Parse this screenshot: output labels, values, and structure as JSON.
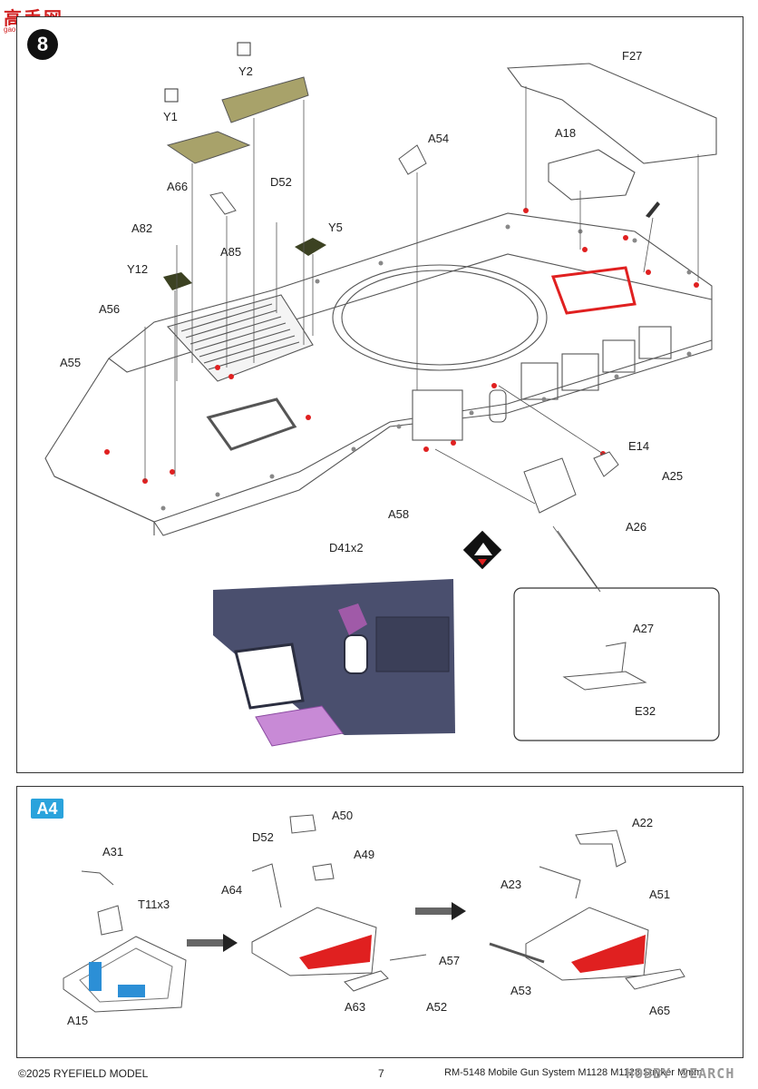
{
  "logo": {
    "text": "高手网",
    "url_text": "gao-shou.com"
  },
  "step": {
    "number": "8"
  },
  "main_labels": [
    "F27",
    "A18",
    "Y2",
    "Y1",
    "A54",
    "A66",
    "D52",
    "A82",
    "Y5",
    "A85",
    "Y12",
    "A56",
    "A55",
    "E14",
    "A25",
    "A58",
    "A26",
    "D41x2"
  ],
  "inset": {
    "labels": [
      "A27",
      "E32"
    ]
  },
  "subassembly": {
    "badge": "A4",
    "labels": [
      "A31",
      "T11x3",
      "A15",
      "A50",
      "D52",
      "A49",
      "A64",
      "A57",
      "A63",
      "A52",
      "A22",
      "A23",
      "A51",
      "A53",
      "A65"
    ]
  },
  "footer": {
    "copyright": "©2025 RYEFIELD MODEL",
    "page": "7",
    "product": "RM-5148 Mobile Gun System M1128 M1128 Stryker Mmm",
    "watermark": "HOBBY SEARCH"
  },
  "colors": {
    "hull_line": "#555555",
    "red_part": "#e02020",
    "olive": "#a8a26a",
    "dark_olive": "#3c4222",
    "blue_part": "#2c8fd6",
    "cad_body": "#4a4f6e",
    "cad_hatch": "#c88ad6"
  }
}
